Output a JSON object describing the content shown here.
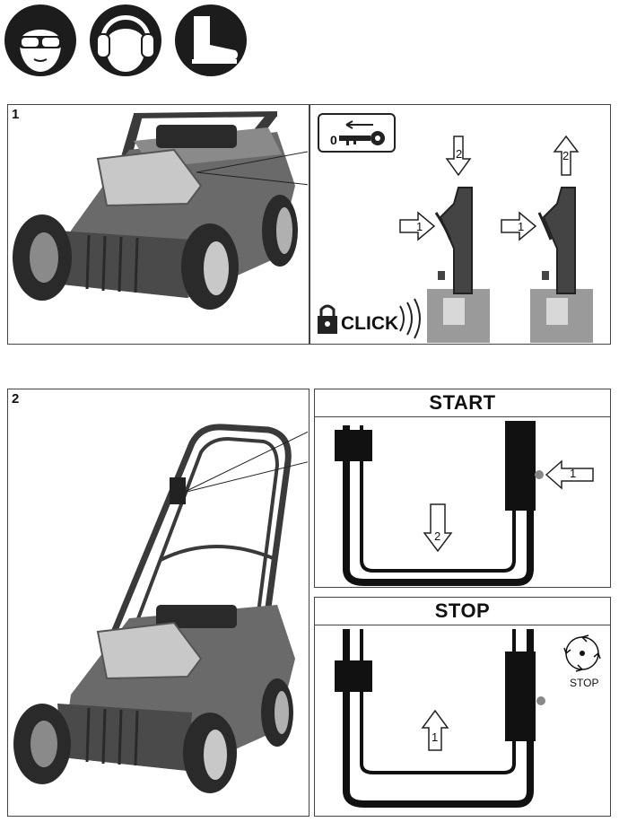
{
  "safety_icons": [
    {
      "name": "safety-goggles-icon"
    },
    {
      "name": "ear-protection-icon"
    },
    {
      "name": "safety-boots-icon"
    }
  ],
  "figure1": {
    "number": "1",
    "key_icon_label": "0",
    "step1_label": "1",
    "step2_label": "2",
    "click_label": "CLICK"
  },
  "figure2": {
    "number": "2",
    "start_title": "START",
    "stop_title": "STOP",
    "step1_label": "1",
    "step2_label": "2",
    "stop_icon_label": "STOP",
    "stop_arrow_label": "1"
  },
  "colors": {
    "icon_bg": "#1c1c1c",
    "mower_body": "#6a6a6a",
    "mower_dark": "#333333",
    "slot_gray": "#9a9a9a",
    "slot_light": "#d8d8d8"
  }
}
